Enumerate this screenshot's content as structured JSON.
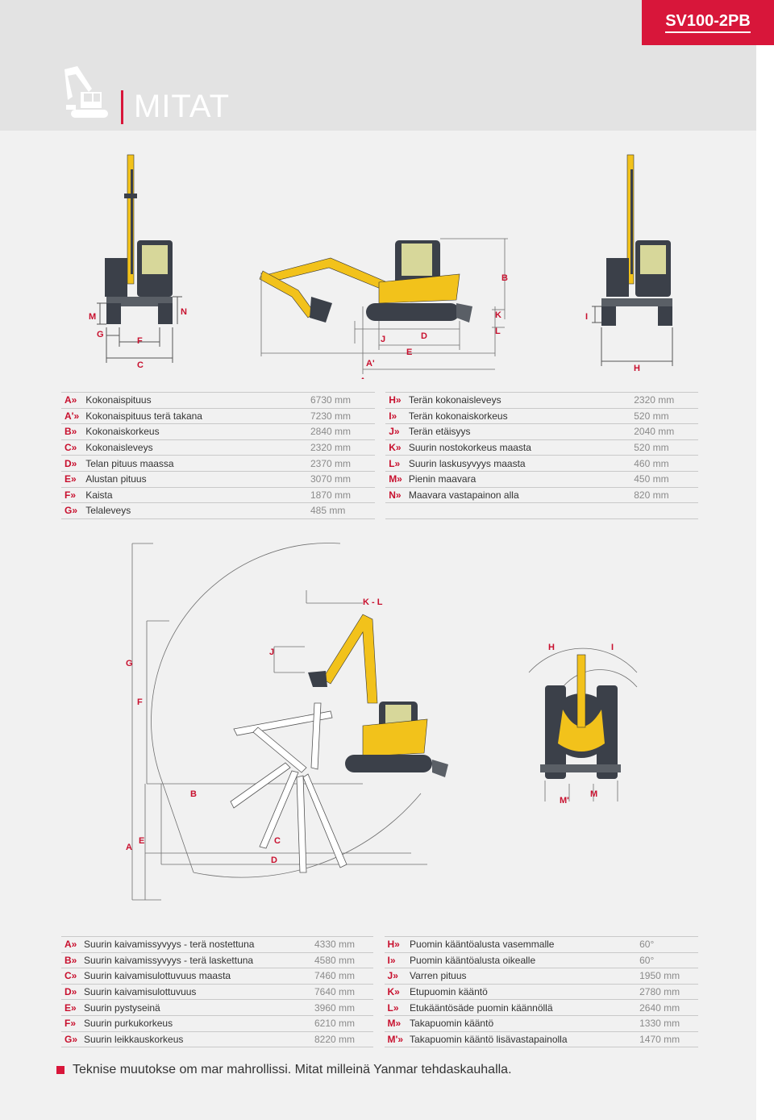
{
  "header": {
    "model": "SV100-2PB",
    "title": "MITAT",
    "logo_icon": "excavator-icon"
  },
  "colors": {
    "accent": "#d8163a",
    "machine_yellow": "#f2c21b",
    "machine_dark": "#3b4049"
  },
  "figure1": {
    "labels": {
      "M": "M",
      "N": "N",
      "G": "G",
      "F": "F",
      "C": "C",
      "B": "B",
      "K": "K",
      "L": "L",
      "J": "J",
      "D": "D",
      "E": "E",
      "A_prime": "A'",
      "A": "A",
      "I": "I",
      "H": "H"
    }
  },
  "table1": {
    "left": [
      {
        "key": "A",
        "label": "Kokonaispituus",
        "value": "6730 mm"
      },
      {
        "key": "A'",
        "label": "Kokonaispituus terä takana",
        "value": "7230 mm"
      },
      {
        "key": "B",
        "label": "Kokonaiskorkeus",
        "value": "2840 mm"
      },
      {
        "key": "C",
        "label": "Kokonaisleveys",
        "value": "2320 mm"
      },
      {
        "key": "D",
        "label": "Telan pituus maassa",
        "value": "2370 mm"
      },
      {
        "key": "E",
        "label": "Alustan pituus",
        "value": "3070 mm"
      },
      {
        "key": "F",
        "label": "Kaista",
        "value": "1870 mm"
      },
      {
        "key": "G",
        "label": "Telaleveys",
        "value": "485 mm"
      }
    ],
    "right": [
      {
        "key": "H",
        "label": "Terän kokonaisleveys",
        "value": "2320 mm"
      },
      {
        "key": "I",
        "label": "Terän kokonaiskorkeus",
        "value": "520 mm"
      },
      {
        "key": "J",
        "label": "Terän etäisyys",
        "value": "2040 mm"
      },
      {
        "key": "K",
        "label": "Suurin nostokorkeus maasta",
        "value": "520 mm"
      },
      {
        "key": "L",
        "label": "Suurin laskusyvyys maasta",
        "value": "460 mm"
      },
      {
        "key": "M",
        "label": "Pienin maavara",
        "value": "450 mm"
      },
      {
        "key": "N",
        "label": "Maavara vastapainon alla",
        "value": "820 mm"
      }
    ]
  },
  "figure2": {
    "labels": {
      "KL": "K - L",
      "J": "J",
      "G": "G",
      "F": "F",
      "H": "H",
      "I": "I",
      "B": "B",
      "M_prime": "M'",
      "M": "M",
      "A": "A",
      "E": "E",
      "C": "C",
      "D": "D"
    }
  },
  "table2": {
    "left": [
      {
        "key": "A",
        "label": "Suurin kaivamissyvyys - terä nostettuna",
        "value": "4330 mm"
      },
      {
        "key": "B",
        "label": "Suurin kaivamissyvyys - terä laskettuna",
        "value": "4580 mm"
      },
      {
        "key": "C",
        "label": "Suurin kaivamisulottuvuus maasta",
        "value": "7460 mm"
      },
      {
        "key": "D",
        "label": "Suurin kaivamisulottuvuus",
        "value": "7640 mm"
      },
      {
        "key": "E",
        "label": "Suurin pystyseinä",
        "value": "3960 mm"
      },
      {
        "key": "F",
        "label": "Suurin purkukorkeus",
        "value": "6210 mm"
      },
      {
        "key": "G",
        "label": "Suurin leikkauskorkeus",
        "value": "8220 mm"
      }
    ],
    "right": [
      {
        "key": "H",
        "label": "Puomin kääntöalusta vasemmalle",
        "value": "60°"
      },
      {
        "key": "I",
        "label": "Puomin kääntöalusta oikealle",
        "value": "60°"
      },
      {
        "key": "J",
        "label": "Varren pituus",
        "value": "1950 mm"
      },
      {
        "key": "K",
        "label": "Etupuomin kääntö",
        "value": "2780 mm"
      },
      {
        "key": "L",
        "label": "Etukääntösäde puomin käännöllä",
        "value": "2640 mm"
      },
      {
        "key": "M",
        "label": "Takapuomin kääntö",
        "value": "1330 mm"
      },
      {
        "key": "M'",
        "label": "Takapuomin kääntö lisävastapainolla",
        "value": "1470 mm"
      }
    ]
  },
  "footnote": "Teknise muutokse om mar mahrollissi. Mitat milleinä Yanmar tehdaskauhalla."
}
